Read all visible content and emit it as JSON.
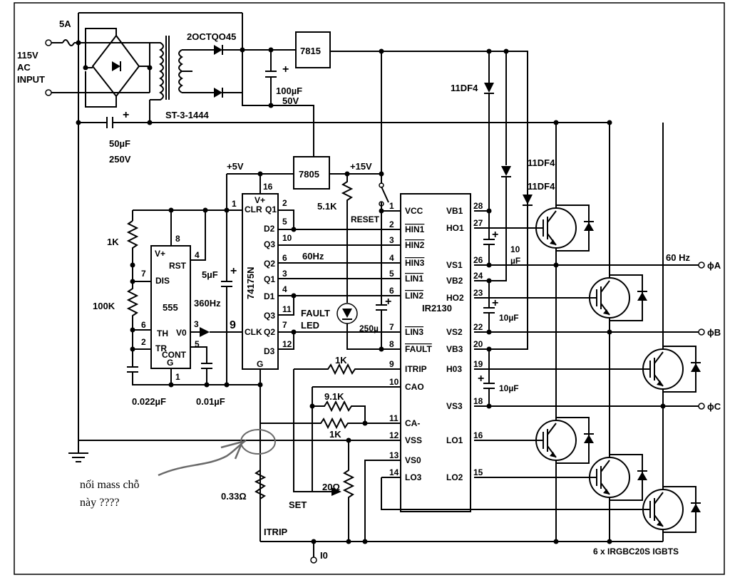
{
  "power": {
    "fuse": "5A",
    "input": [
      "115V",
      "AC",
      "INPUT"
    ],
    "transformer": "ST-3-1444",
    "rectifier": "2OCTQO45",
    "cap_main": [
      "50µF",
      "250V"
    ],
    "cap_100": [
      "100µF",
      "50V"
    ],
    "reg15": "7815",
    "reg5": "7805",
    "rail5": "+5V",
    "rail15": "+15V"
  },
  "timer": {
    "name": "555",
    "pins": [
      "8",
      "7",
      "6",
      "2",
      "1",
      "3",
      "4",
      "5"
    ],
    "pin_labels": [
      "V+",
      "RST",
      "DIS",
      "TH",
      "TR",
      "CONT",
      "G",
      "V0"
    ],
    "r1": "1K",
    "r2": "100K",
    "c1": "0.022µF",
    "c2": "0.01µF",
    "freq": "360Hz",
    "cap5": "5µF"
  },
  "counter": {
    "name": "74175N",
    "pin16": "16",
    "pin_labels": [
      "V+",
      "CLR",
      "Q1",
      "D2",
      "Q3",
      "Q2",
      "Q1",
      "D1",
      "Q3",
      "CLK",
      "Q2",
      "D3",
      "G"
    ],
    "pin_nums": [
      "1",
      "2",
      "5",
      "10",
      "6",
      "3",
      "4",
      "11",
      "7",
      "12"
    ],
    "clk_label": "9",
    "freq60": "60Hz"
  },
  "driver": {
    "name": "IR2130",
    "left_pins": [
      "1",
      "2",
      "3",
      "4",
      "5",
      "6",
      "7",
      "8",
      "9",
      "10",
      "11",
      "12",
      "13",
      "14"
    ],
    "left_labels": [
      "VCC",
      "HIN1",
      "HIN2",
      "HIN3",
      "LIN1",
      "LIN2",
      "LIN3",
      "FAULT",
      "ITRIP",
      "CAO",
      "CA-",
      "VSS",
      "VS0",
      "LO3"
    ],
    "right_pins": [
      "28",
      "27",
      "26",
      "24",
      "23",
      "22",
      "20",
      "19",
      "18",
      "16",
      "15"
    ],
    "right_labels": [
      "VB1",
      "HO1",
      "VS1",
      "VB2",
      "HO2",
      "VS2",
      "VB3",
      "H03",
      "VS3",
      "LO1",
      "LO2"
    ]
  },
  "misc": {
    "reset": "RESET",
    "r51": "5.1K",
    "fault_led": [
      "FAULT",
      "LED"
    ],
    "cap250": "250µ",
    "r_itrip": "1K",
    "r_91": "9.1K",
    "r_1k2": "1K",
    "r20": "20Ω",
    "set": "SET",
    "shunt": "0.33Ω",
    "itrip": "ITRIP",
    "io": "I0",
    "diode": "11DF4",
    "diode2": "11DF4",
    "diode3": "11DF4",
    "cap10a": [
      "10",
      "µF"
    ],
    "cap10b": "10µF",
    "cap10c": "10µF",
    "igbt_note": "6 x IRGBC20S IGBTS",
    "freq_out": "60 Hz",
    "phases": [
      "ϕA",
      "ϕB",
      "ϕC"
    ]
  },
  "annotation": {
    "text_line1": "nối mass chỗ",
    "text_line2": "này  ????"
  }
}
